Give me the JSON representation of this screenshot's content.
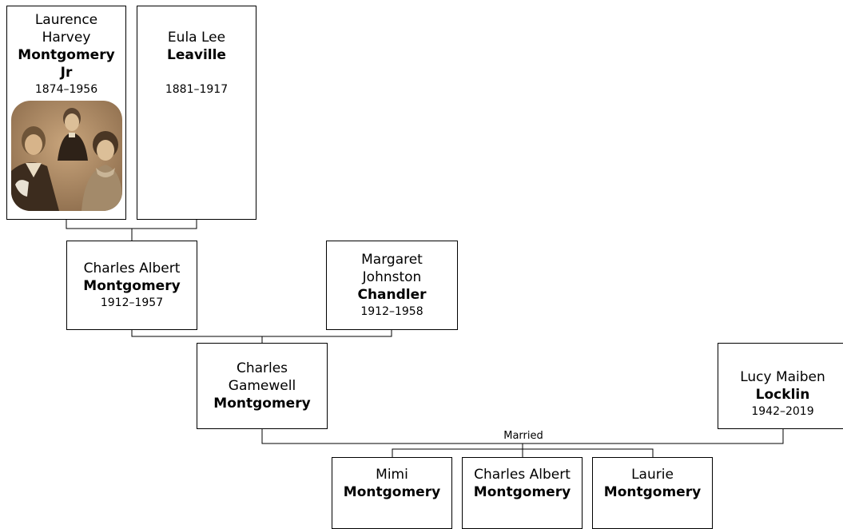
{
  "persons": {
    "laurence": {
      "given": "Laurence Harvey",
      "surname": "Montgomery Jr",
      "dates": "1874–1956"
    },
    "eula": {
      "given": "Eula Lee",
      "surname": "Leaville",
      "dates": "1881–1917"
    },
    "charles_albert_sr": {
      "given": "Charles Albert",
      "surname": "Montgomery",
      "dates": "1912–1957"
    },
    "margaret": {
      "given": "Margaret Johnston",
      "surname": "Chandler",
      "dates": "1912–1958"
    },
    "charles_gamewell": {
      "given": "Charles Gamewell",
      "surname": "Montgomery"
    },
    "lucy": {
      "given": "Lucy Maiben",
      "surname": "Locklin",
      "dates": "1942–2019"
    },
    "mimi": {
      "given": "Mimi",
      "surname": "Montgomery"
    },
    "charles_albert_jr": {
      "given": "Charles Albert",
      "surname": "Montgomery"
    },
    "laurie": {
      "given": "Laurie",
      "surname": "Montgomery"
    }
  },
  "relationship_label": "Married",
  "photo": {
    "subject": "family-portrait",
    "tone": "#b48c62"
  },
  "colors": {
    "line": "#000000",
    "box_border": "#000000",
    "background": "#ffffff"
  }
}
